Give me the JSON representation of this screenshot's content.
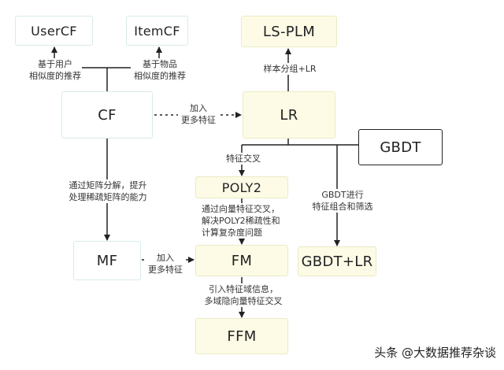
{
  "nodes": {
    "usercf": "UserCF",
    "itemcf": "ItemCF",
    "lsplm": "LS-PLM",
    "cf": "CF",
    "lr": "LR",
    "gbdt": "GBDT",
    "poly2": "POLY2",
    "mf": "MF",
    "fm": "FM",
    "gbdt_lr": "GBDT+LR",
    "ffm": "FFM"
  },
  "labels": {
    "user_similarity": [
      "基于用户",
      "相似度的推荐"
    ],
    "item_similarity": [
      "基于物品",
      "相似度的推荐"
    ],
    "sample_group": "样本分组+LR",
    "cf_to_lr": [
      "加入",
      "更多特征"
    ],
    "feature_cross": "特征交叉",
    "matrix_factorization": [
      "通过矩阵分解，提升",
      "处理稀疏矩阵的能力"
    ],
    "gbdt_select": [
      "GBDT进行",
      "特征组合和筛选"
    ],
    "poly2_to_fm": [
      "通过向量特征交叉，",
      "解决POLY2稀疏性和",
      "计算复杂度问题"
    ],
    "mf_to_fm": [
      "加入",
      "更多特征"
    ],
    "fm_to_ffm": [
      "引入特征域信息，",
      "多域隐向量特征交叉"
    ]
  },
  "watermark": "头条 @大数据推荐杂谈"
}
